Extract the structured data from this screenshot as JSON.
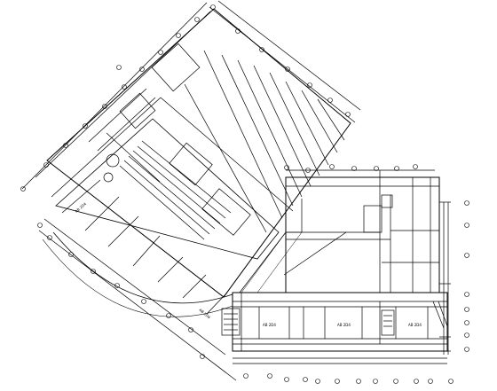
{
  "drawing": {
    "room_labels": [
      "AB 2D4",
      "AB 2D4",
      "AB 2D4",
      "AB 2D4",
      "AB 2D4"
    ],
    "line_color": "#000000",
    "background": "#ffffff"
  }
}
